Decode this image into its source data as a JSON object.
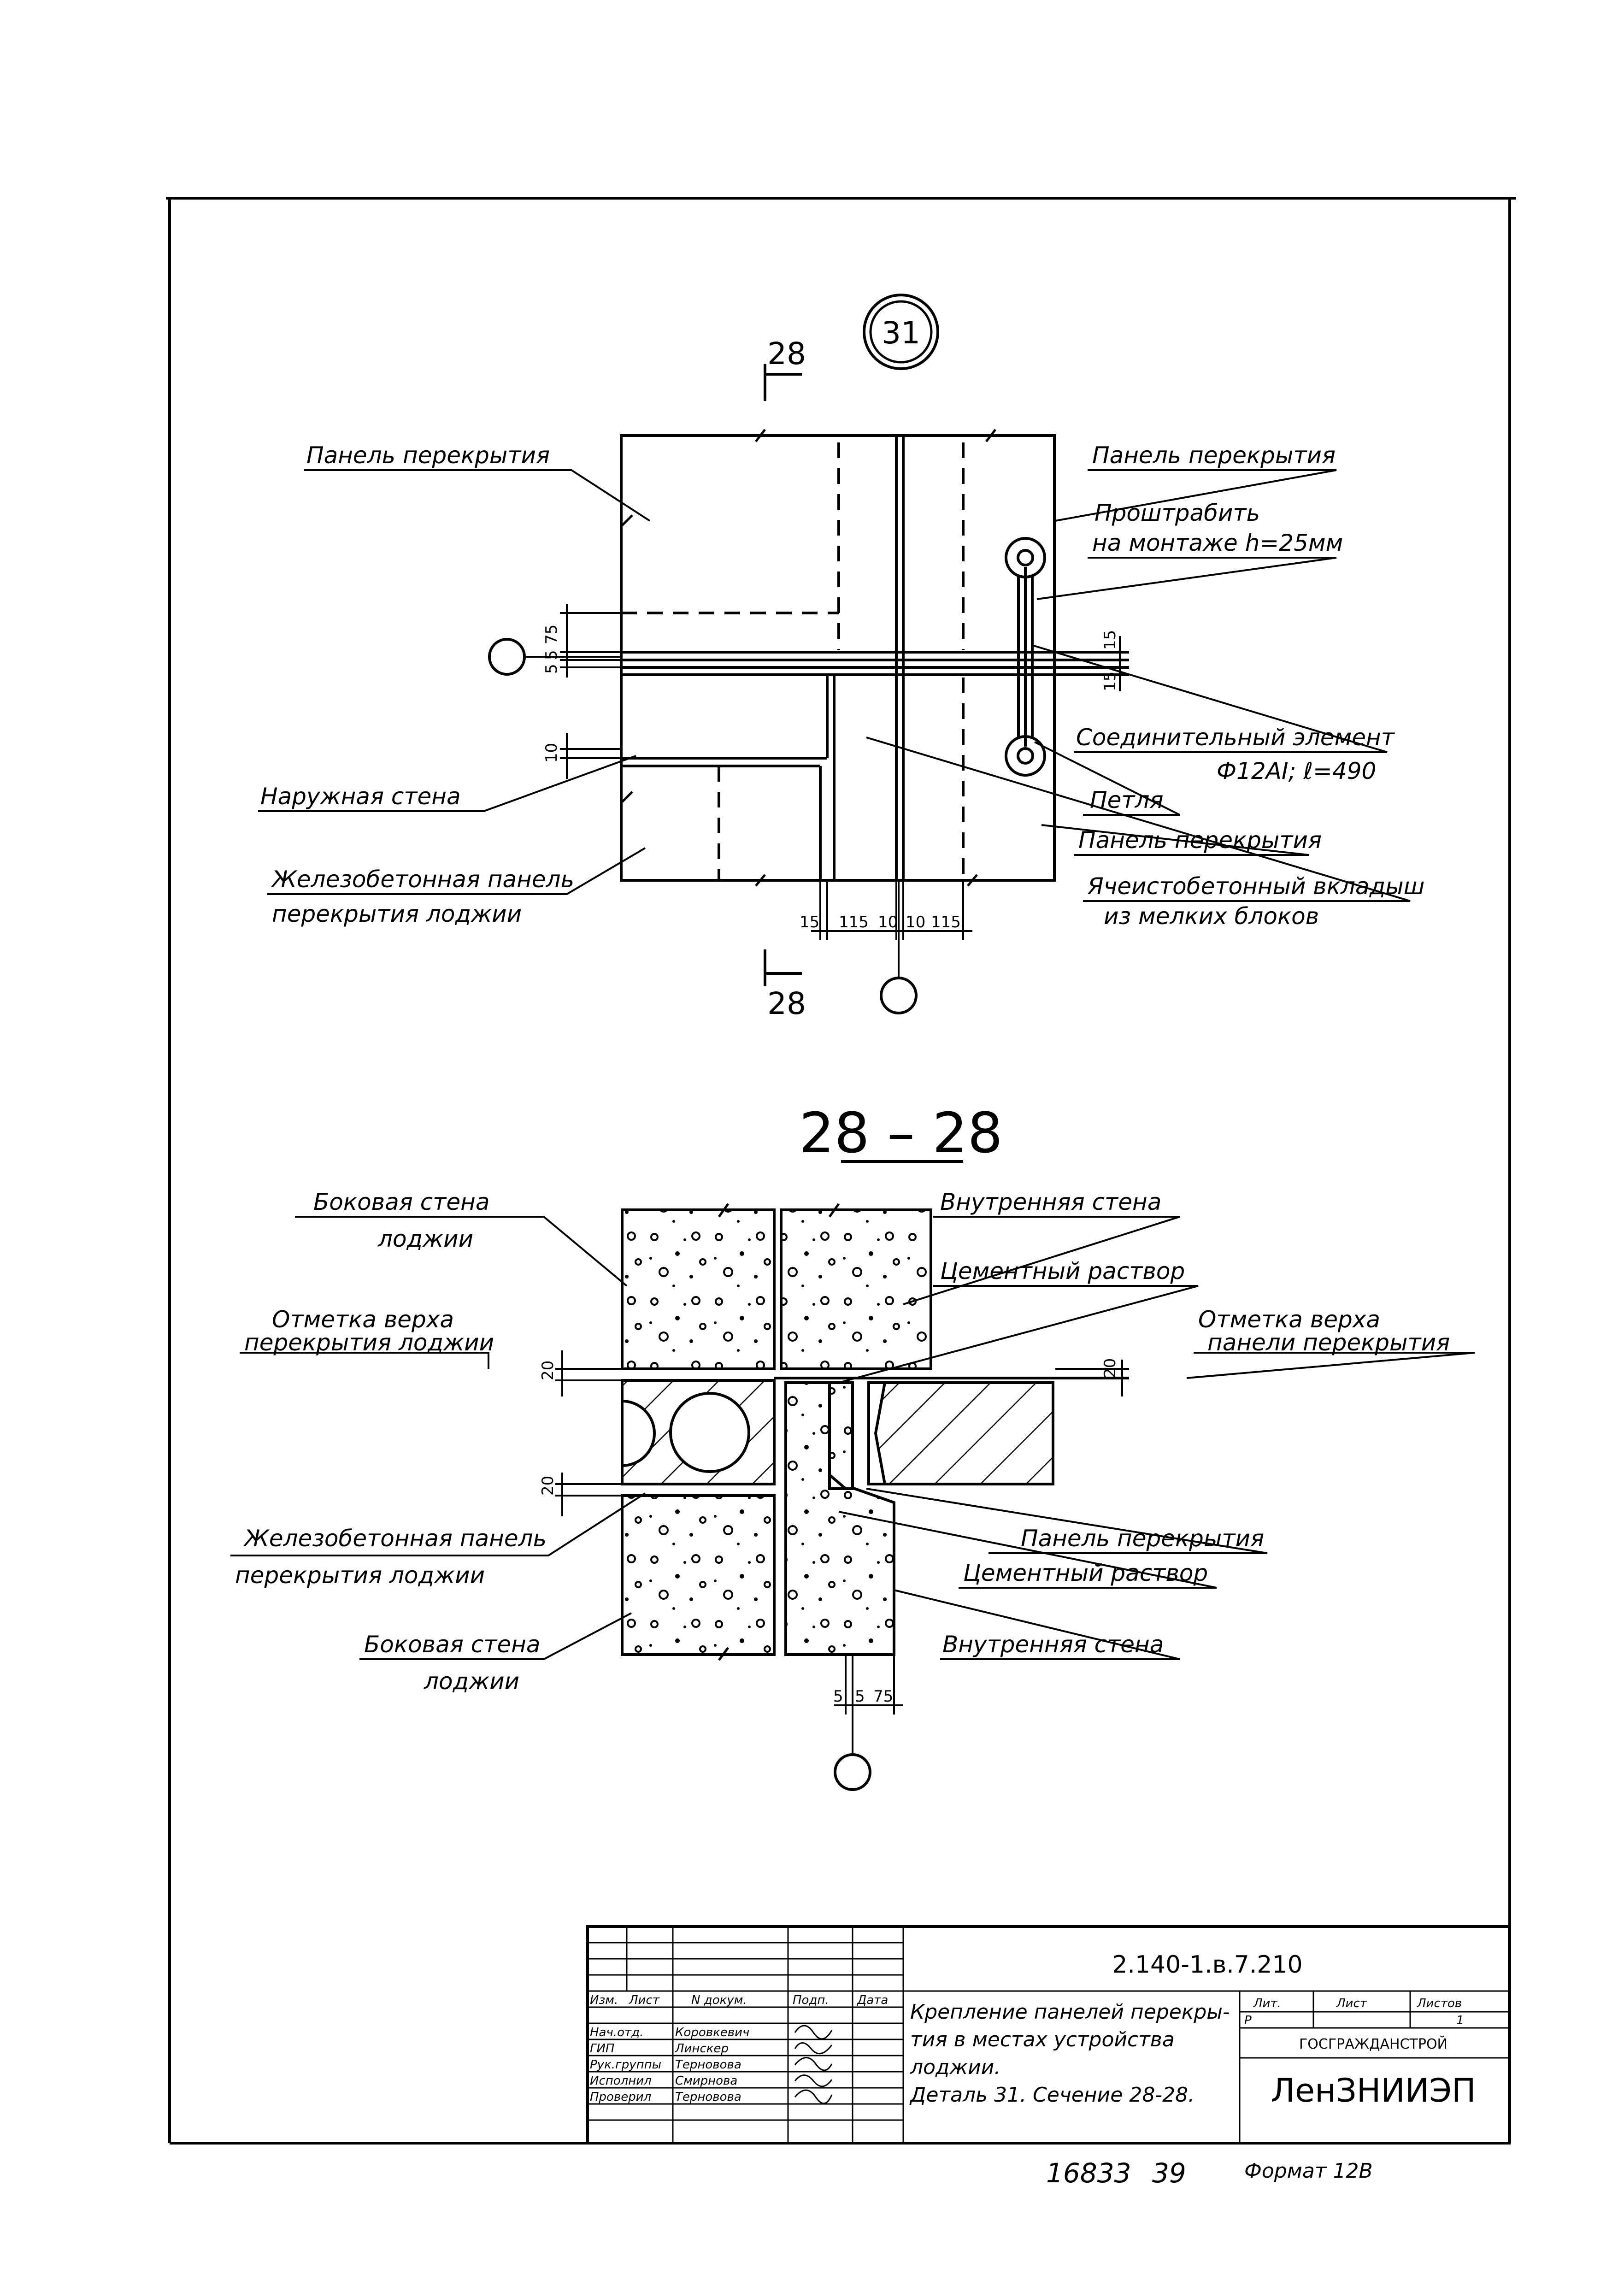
{
  "detail_plan": {
    "detail_number": "31",
    "cut_mark_top": "28",
    "cut_mark_bottom": "28",
    "labels": {
      "floor_panel_left": "Панель перекрытия",
      "floor_panel_right_top": "Панель перекрытия",
      "chisel_line1": "Проштрабить",
      "chisel_line2": "на монтаже h=25мм",
      "connector_line1": "Соединительный элемент",
      "connector_line2": "Ф12АI; ℓ=490",
      "loop": "Петля",
      "outer_wall": "Наружная стена",
      "floor_panel_right_bottom": "Панель перекрытия",
      "rc_panel_line1": "Железобетонная панель",
      "rc_panel_line2": "перекрытия лоджии",
      "gas_concrete_line1": "Ячеистобетонный вкладыш",
      "gas_concrete_line2": "из мелких блоков"
    },
    "dimensions": {
      "left_stack": [
        "5",
        "5",
        "75"
      ],
      "left_10": "10",
      "right_15a": "15",
      "right_15b": "15",
      "bottom": [
        "15",
        "115",
        "10",
        "10",
        "115"
      ]
    }
  },
  "section": {
    "title": "28 – 28",
    "labels": {
      "side_wall_top_line1": "Боковая стена",
      "side_wall_top_line2": "лоджии",
      "inner_wall_top": "Внутренняя стена",
      "cement_top": "Цементный раствор",
      "mark_loggia_line1": "Отметка верха",
      "mark_loggia_line2": "перекрытия лоджии",
      "mark_panel_line1": "Отметка верха",
      "mark_panel_line2": "панели перекрытия",
      "rc_panel_line1": "Железобетонная панель",
      "rc_panel_line2": "перекрытия лоджии",
      "floor_panel": "Панель перекрытия",
      "cement_bottom": "Цементный раствор",
      "side_wall_bottom_line1": "Боковая стена",
      "side_wall_bottom_line2": "лоджии",
      "inner_wall_bottom": "Внутренняя стена"
    },
    "dimensions": {
      "left_top": "20",
      "left_bottom": "20",
      "right": "20",
      "bottom": [
        "5",
        "5",
        "75"
      ]
    }
  },
  "title_block": {
    "code": "2.140-1.в.7.210",
    "columns": [
      "Изм.",
      "Лист",
      "N докум.",
      "Подп.",
      "Дата"
    ],
    "rows": [
      {
        "role": "Нач.отд.",
        "name": "Коровкевич"
      },
      {
        "role": "ГИП",
        "name": "Линскер"
      },
      {
        "role": "Рук.группы",
        "name": "Терновова"
      },
      {
        "role": "Исполнил",
        "name": "Смирнова"
      },
      {
        "role": "Проверил",
        "name": "Терновова"
      }
    ],
    "description_lines": [
      "Крепление панелей перекры-",
      "тия в местах устройства",
      "лоджии.",
      "Деталь 31. Сечение 28-28."
    ],
    "stage_header": "Лит.",
    "sheet_header": "Лист",
    "sheets_header": "Листов",
    "stage": "Р",
    "sheets": "1",
    "org_line1": "ГОСГРАЖДАНСТРОЙ",
    "org_line2": "ЛенЗНИИЭП"
  },
  "footer": {
    "inventory_number": "16833",
    "sheet_ref": "39",
    "format": "Формат 12В"
  }
}
